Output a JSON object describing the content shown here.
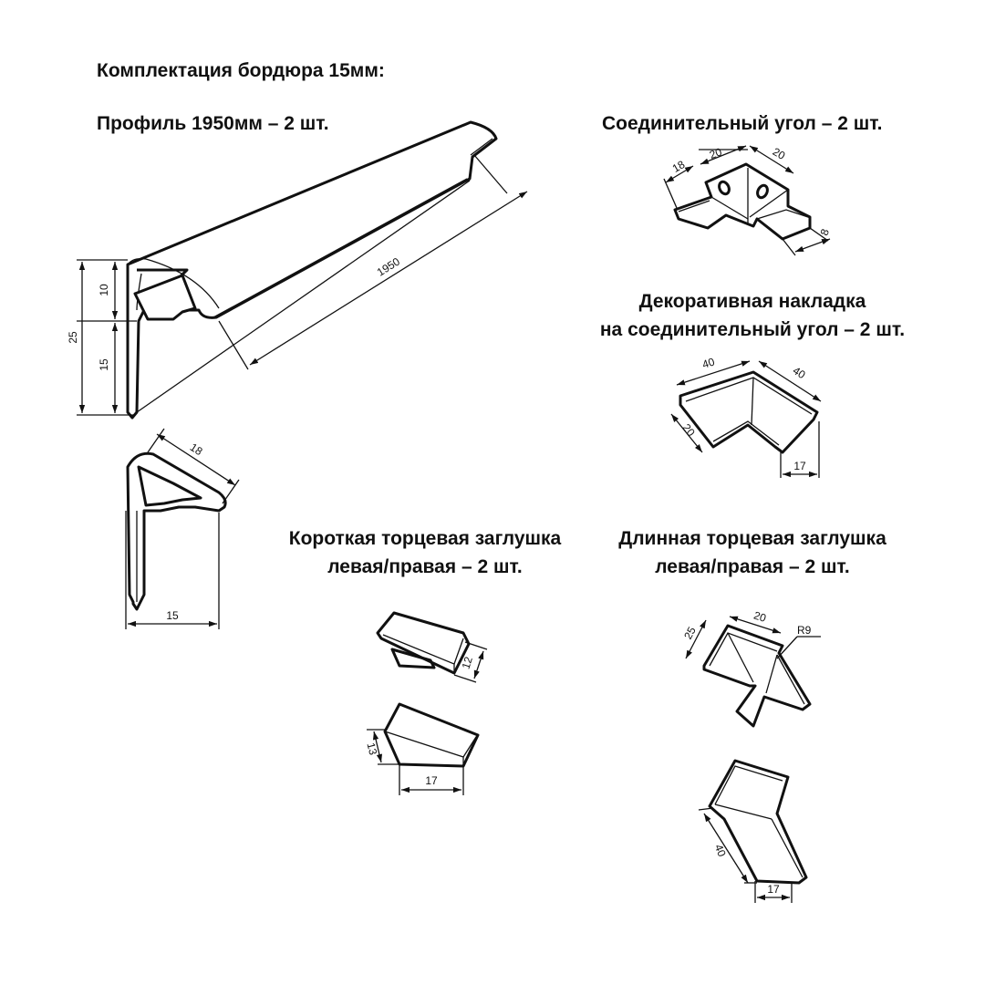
{
  "header": {
    "title": "Комплектация бордюра 15мм:"
  },
  "parts": {
    "profile": {
      "label": "Профиль 1950мм – 2 шт."
    },
    "connector": {
      "label": "Соединительный угол – 2 шт."
    },
    "overlay": {
      "line1": "Декоративная накладка",
      "line2": "на соединительный угол – 2 шт."
    },
    "short_cap": {
      "line1": "Короткая торцевая заглушка",
      "line2": "левая/правая – 2 шт."
    },
    "long_cap": {
      "line1": "Длинная торцевая заглушка",
      "line2": "левая/правая – 2 шт."
    }
  },
  "dimensions": {
    "profile_length": "1950",
    "profile_total_height": "25",
    "profile_top_height": "10",
    "profile_bottom_height": "15",
    "section_width_diag": "18",
    "section_width_base": "15",
    "connector_a": "20",
    "connector_b": "20",
    "connector_c": "18",
    "connector_d": "8",
    "overlay_a": "40",
    "overlay_b": "40",
    "overlay_c": "20",
    "overlay_d": "17",
    "short_cap_a": "12",
    "short_cap_b": "13",
    "short_cap_c": "17",
    "long_cap_a": "25",
    "long_cap_b": "20",
    "long_cap_r": "R9",
    "long_cap_c": "40",
    "long_cap_d": "17"
  }
}
